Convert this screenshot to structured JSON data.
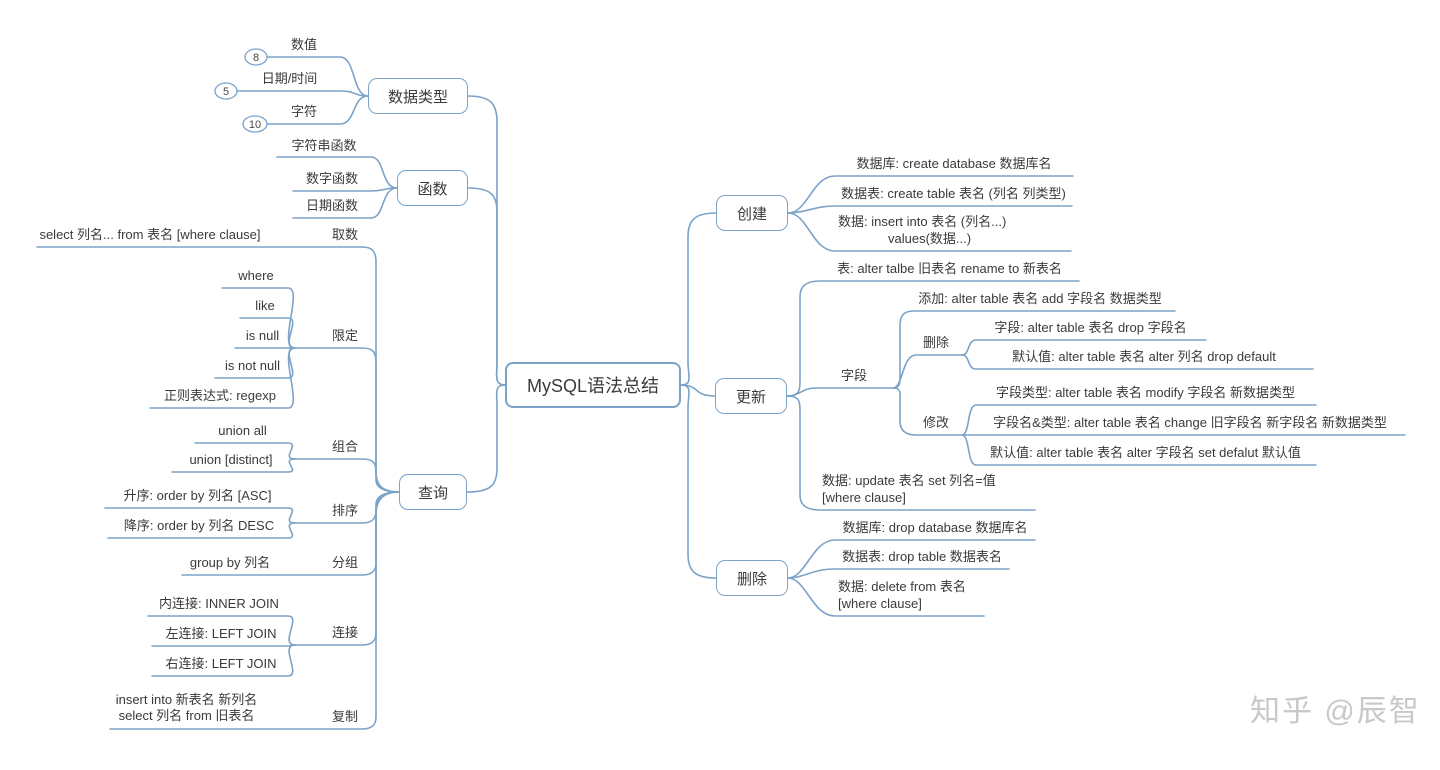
{
  "root": "MySQL语法总结",
  "colors": {
    "line": "#7ba3c8",
    "text": "#3a3a3a",
    "watermark": "#c8c8c8"
  },
  "watermark": {
    "text": "知乎 @辰智"
  },
  "left": {
    "data_types": {
      "label": "数据类型",
      "children": [
        {
          "label": "数值",
          "badge": "8"
        },
        {
          "label": "日期/时间",
          "badge": "5"
        },
        {
          "label": "字符",
          "badge": "10"
        }
      ]
    },
    "functions": {
      "label": "函数",
      "children": [
        {
          "label": "字符串函数"
        },
        {
          "label": "数字函数"
        },
        {
          "label": "日期函数"
        }
      ]
    },
    "query": {
      "label": "查询",
      "fetch": {
        "label": "取数",
        "item": "select 列名... from 表名 [where clause]"
      },
      "restrict": {
        "label": "限定",
        "items": [
          "where",
          "like",
          "is null",
          "is not null",
          "正则表达式: regexp"
        ]
      },
      "combine": {
        "label": "组合",
        "items": [
          "union all",
          "union [distinct]"
        ]
      },
      "sort": {
        "label": "排序",
        "items": [
          "升序: order by 列名 [ASC]",
          "降序: order by 列名 DESC"
        ]
      },
      "group": {
        "label": "分组",
        "item": "group by 列名"
      },
      "join": {
        "label": "连接",
        "items": [
          "内连接: INNER JOIN",
          "左连接: LEFT JOIN",
          "右连接: LEFT JOIN"
        ]
      },
      "copy": {
        "label": "复制",
        "lines": [
          "insert into 新表名 新列名",
          "select 列名 from 旧表名"
        ]
      }
    }
  },
  "right": {
    "create": {
      "label": "创建",
      "db": "数据库: create database 数据库名",
      "table": "数据表: create table 表名 (列名 列类型)",
      "data_line1": "数据: insert into 表名 (列名...)",
      "data_line2": "values(数据...)"
    },
    "update": {
      "label": "更新",
      "table": "表: alter talbe 旧表名 rename to 新表名",
      "field": {
        "label": "字段",
        "add": "添加: alter table 表名 add 字段名 数据类型",
        "drop": {
          "label": "删除",
          "field": "字段: alter table 表名 drop 字段名",
          "default": "默认值: alter table 表名 alter 列名 drop default"
        },
        "modify": {
          "label": "修改",
          "type": "字段类型: alter table 表名 modify 字段名 新数据类型",
          "name_type": "字段名&类型: alter table 表名 change 旧字段名 新字段名 新数据类型",
          "default": "默认值: alter table 表名 alter 字段名 set defalut 默认值"
        }
      },
      "data_line1": "数据: update 表名 set  列名=值",
      "data_line2": "[where clause]"
    },
    "delete": {
      "label": "删除",
      "db": "数据库: drop database 数据库名",
      "table": "数据表: drop table 数据表名",
      "data_line1": "数据: delete from 表名",
      "data_line2": "[where clause]"
    }
  }
}
